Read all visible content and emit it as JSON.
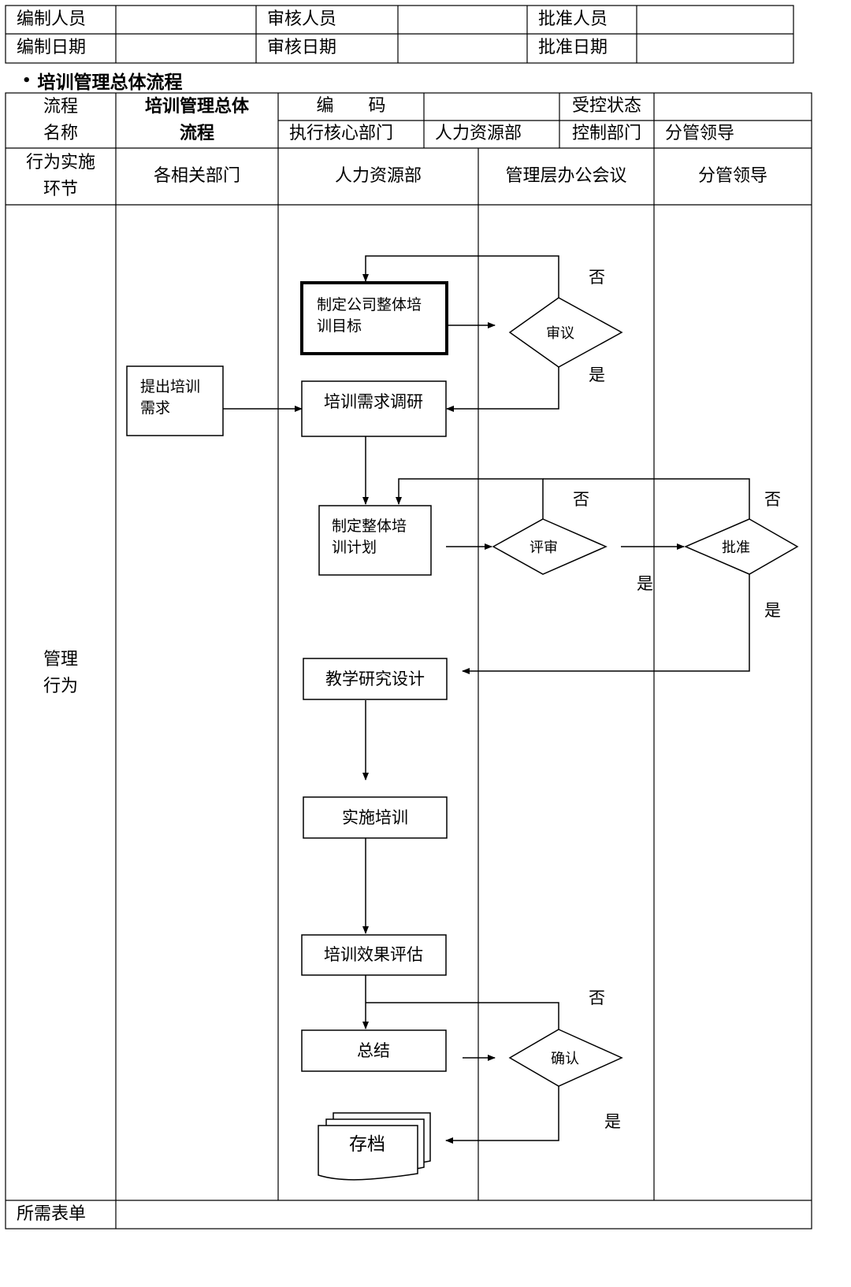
{
  "header_table": {
    "compiler_label": "编制人员",
    "reviewer_label": "审核人员",
    "approver_label": "批准人员",
    "compile_date_label": "编制日期",
    "review_date_label": "审核日期",
    "approve_date_label": "批准日期"
  },
  "section_title": "培训管理总体流程",
  "flow_table": {
    "name_label_line1": "流程",
    "name_label_line2": "名称",
    "name_value_line1": "培训管理总体",
    "name_value_line2": "流程",
    "code_label": "编　　码",
    "control_status_label": "受控状态",
    "exec_dept_label": "执行核心部门",
    "exec_dept_value": "人力资源部",
    "control_dept_label": "控制部门",
    "control_dept_value": "分管领导"
  },
  "lanes": {
    "stage_header_line1": "行为实施",
    "stage_header_line2": "环节",
    "lane1": "各相关部门",
    "lane2": "人力资源部",
    "lane3": "管理层办公会议",
    "lane4": "分管领导",
    "stage_line1": "管理",
    "stage_line2": "行为",
    "forms_label": "所需表单"
  },
  "nodes": {
    "set_goal_line1": "制定公司整体培",
    "set_goal_line2": "训目标",
    "propose_need_line1": "提出培训",
    "propose_need_line2": "需求",
    "need_survey": "培训需求调研",
    "make_plan_line1": "制定整体培",
    "make_plan_line2": "训计划",
    "deliberate": "审议",
    "review": "评审",
    "approve": "批准",
    "design": "教学研究设计",
    "implement": "实施培训",
    "evaluate": "培训效果评估",
    "summary": "总结",
    "confirm": "确认",
    "archive": "存档"
  },
  "edge_labels": {
    "no": "否",
    "yes": "是"
  }
}
